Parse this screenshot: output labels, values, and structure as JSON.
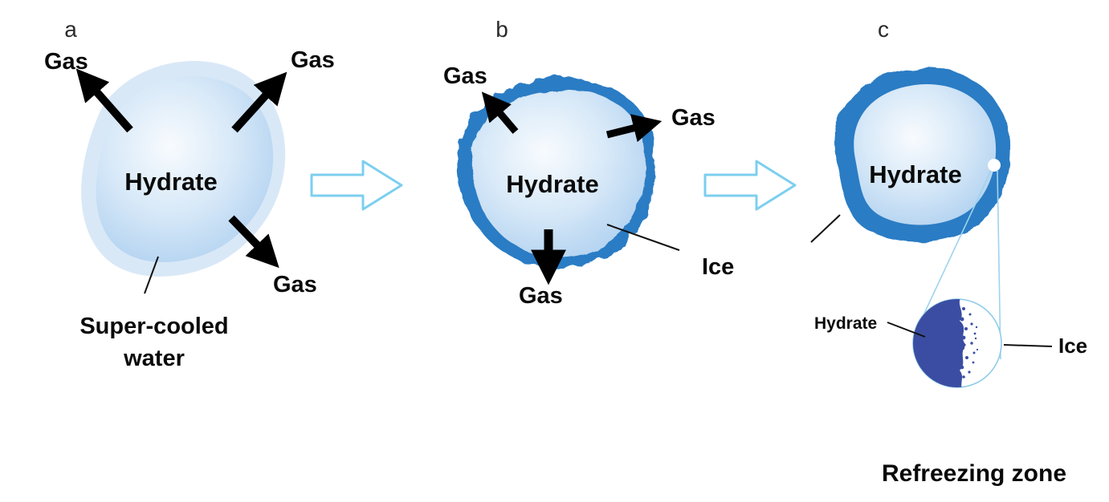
{
  "panels": {
    "a": {
      "label": "a",
      "hydrate": "Hydrate",
      "gas_top_left": "Gas",
      "gas_top_right": "Gas",
      "gas_bottom": "Gas",
      "caption_line1": "Super-cooled",
      "caption_line2": "water"
    },
    "b": {
      "label": "b",
      "hydrate": "Hydrate",
      "gas_top_left": "Gas",
      "gas_right": "Gas",
      "gas_bottom": "Gas",
      "ice_label": "Ice"
    },
    "c": {
      "label": "c",
      "hydrate": "Hydrate",
      "inset_hydrate": "Hydrate",
      "inset_ice": "Ice",
      "caption": "Refreezing zone"
    }
  },
  "colors": {
    "ice_rim": "#2b7cc4",
    "outer_water": "#d9e8f7",
    "hydrate_dark": "#3b4da2",
    "flow_arrow_stroke": "#7ccfee",
    "gas_arrow": "#000000",
    "text": "#0a0a0a"
  }
}
